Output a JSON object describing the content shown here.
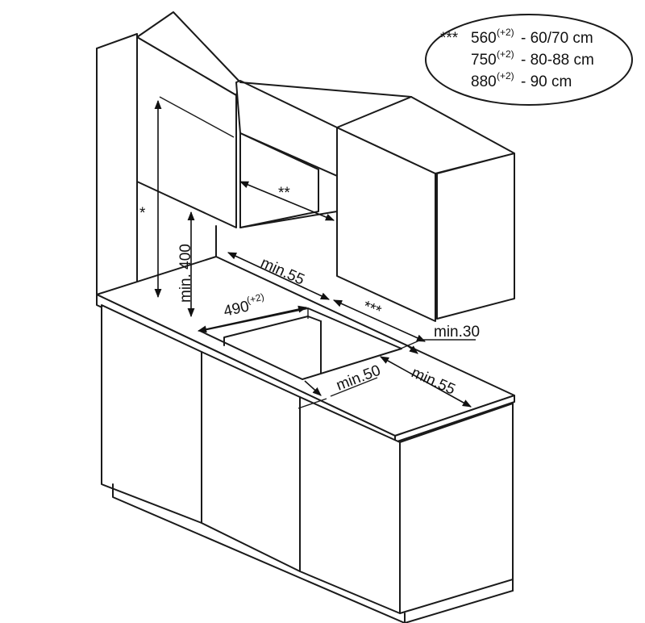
{
  "legend": {
    "marker": "***",
    "rows": [
      {
        "base": "560",
        "tolerance": "(+2)",
        "range": " - 60/70 cm"
      },
      {
        "base": "750",
        "tolerance": "(+2)",
        "range": " - 80-88 cm"
      },
      {
        "base": "880",
        "tolerance": "(+2)",
        "range": " - 90 cm"
      }
    ]
  },
  "labels": {
    "cabinet_height_marker": "*",
    "hood_width_marker": "**",
    "min_400": "min. 400",
    "min_55_back": "min.55",
    "cutout_width": "490",
    "cutout_tolerance": "(+2)",
    "cutout_length_marker": "***",
    "min_30": "min.30",
    "min_50": "min.50",
    "min_55_side": "min.55"
  }
}
